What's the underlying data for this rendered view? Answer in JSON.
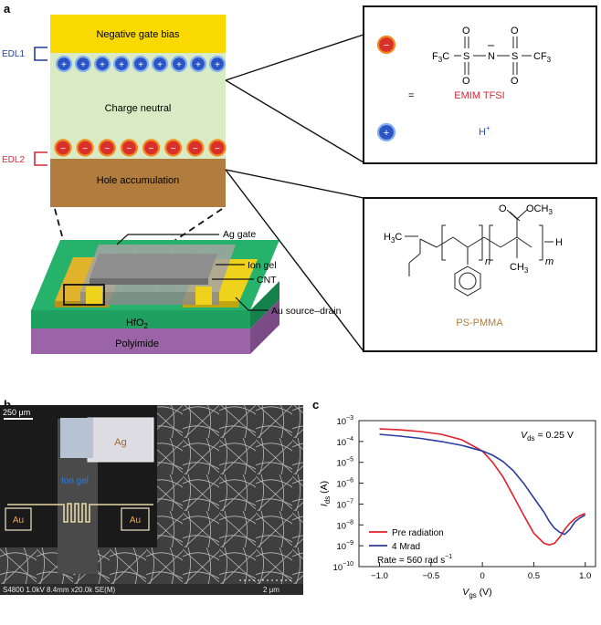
{
  "panel_a": {
    "label": "a",
    "stack": {
      "neg_gate_bias": "Negative gate bias",
      "charge_neutral": "Charge neutral",
      "hole_accumulation": "Hole accumulation",
      "edl1": "EDL1",
      "edl2": "EDL2",
      "positive_ions": [
        "+",
        "+",
        "+",
        "+",
        "+",
        "+",
        "+",
        "+",
        "+"
      ],
      "negative_ions": [
        "−",
        "−",
        "−",
        "−",
        "−",
        "−",
        "−",
        "−"
      ],
      "colors": {
        "gate": "#f9d900",
        "neutral": "#d9ebc4",
        "hole": "#b07d3e",
        "edl1": "#1f3e9e",
        "edl2": "#d62a36",
        "cation": "#2b55c4",
        "anion": "#d9302c"
      }
    },
    "device": {
      "ag_gate": "Ag gate",
      "ion_gel": "Ion gel",
      "cnt": "CNT",
      "au_source_drain": "Au source–drain",
      "hfo2": "HfO",
      "hfo2_sub": "2",
      "polyimide": "Polyimide"
    },
    "ions_box": {
      "anion_sign": "−",
      "cation_sign": "+",
      "f3c": "F",
      "f3c_sub": "3",
      "f3c_c": "C",
      "s_left": "S",
      "n": "N",
      "s_right": "S",
      "cf3": "CF",
      "cf3_sub": "3",
      "o_top_left": "O",
      "o_bot_left": "O",
      "o_top_right": "O",
      "o_bot_right": "O",
      "equals": "=",
      "emim_tfsi": "EMIM TFSI",
      "h_plus": "H",
      "h_plus_sup": "+"
    },
    "polymer_box": {
      "h3c": "H",
      "h3c_sub": "3",
      "h3c_c": "C",
      "och3": "OCH",
      "och3_sub": "3",
      "o": "O",
      "ch3": "CH",
      "ch3_sub": "3",
      "h": "H",
      "n": "n",
      "m": "m",
      "name": "PS-PMMA"
    }
  },
  "panel_b": {
    "label": "b",
    "scale_bar": "250 μm",
    "ag": "Ag",
    "ion_gel": "Ion gel",
    "au_left": "Au",
    "au_right": "Au",
    "footer": "S4800 1.0kV 8.4mm x20.0k SE(M)",
    "scale_bar_small": "2 μm"
  },
  "panel_c": {
    "label": "c",
    "annotation_v": "V",
    "annotation_sub": "ds",
    "annotation_val": " = 0.25 V",
    "rate_text": "Rate = 560 rad s",
    "rate_sup": "−1",
    "chart_data": {
      "type": "line",
      "x": [
        -1.0,
        -0.8,
        -0.6,
        -0.4,
        -0.2,
        0.0,
        0.1,
        0.2,
        0.3,
        0.4,
        0.5,
        0.6,
        0.65,
        0.7,
        0.75,
        0.8,
        0.85,
        0.9,
        0.95,
        1.0
      ],
      "series": [
        {
          "name": "Pre radiation",
          "color": "#e0202a",
          "values": [
            0.0004,
            0.00036,
            0.0003,
            0.00022,
            0.00012,
            3.5e-05,
            1e-05,
            2e-06,
            2.5e-07,
            3e-08,
            4e-09,
            1.3e-09,
            1.1e-09,
            1.3e-09,
            2.5e-09,
            6e-09,
            1.2e-08,
            2e-08,
            2.8e-08,
            3.5e-08
          ]
        },
        {
          "name": "4 Mrad",
          "color": "#2a3a9e",
          "values": [
            0.00022,
            0.00018,
            0.00014,
            0.0001,
            6.5e-05,
            3.5e-05,
            2.2e-05,
            1.1e-05,
            4e-06,
            1e-06,
            2e-07,
            4e-08,
            1.5e-08,
            7e-09,
            4.5e-09,
            3.5e-09,
            6e-09,
            1.4e-08,
            2.2e-08,
            3e-08
          ]
        }
      ],
      "xlabel_v": "V",
      "xlabel_sub": "gs",
      "xlabel_unit": " (V)",
      "ylabel_i": "I",
      "ylabel_sub": "ds",
      "ylabel_unit": " (A)",
      "xlim": [
        -1.2,
        1.1
      ],
      "ylim_exp": [
        -10,
        -3
      ],
      "xticks": [
        "−1.0",
        "−0.5",
        "0",
        "0.5",
        "1.0"
      ],
      "yticks_base": [
        "10",
        "10",
        "10",
        "10",
        "10",
        "10",
        "10",
        "10"
      ],
      "yticks_exp": [
        "−10",
        "−9",
        "−8",
        "−7",
        "−6",
        "−5",
        "−4",
        "−3"
      ],
      "legend_placement": "bottom-left"
    }
  }
}
